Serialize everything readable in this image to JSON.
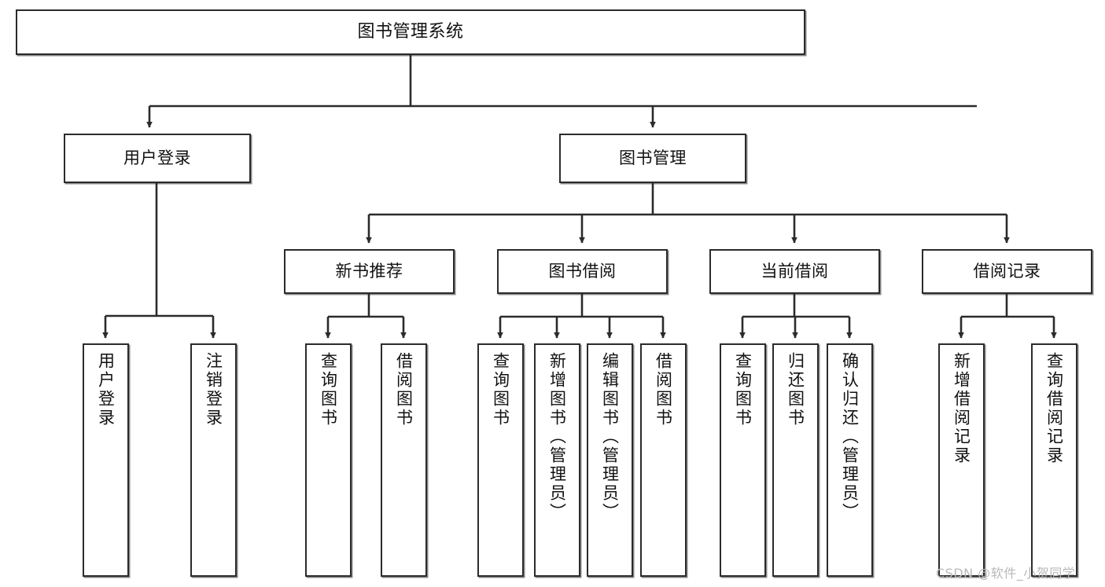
{
  "diagram": {
    "type": "tree-hierarchy",
    "title": "图书管理系统",
    "orientation": "top-down",
    "colors": {
      "node_border": "#2b2b2b",
      "node_fill": "#ffffff",
      "edge": "#2b2b2b",
      "text": "#111111",
      "watermark": "#b9b9b9"
    },
    "nodes": {
      "root": {
        "label": "图书管理系统"
      },
      "level2": [
        {
          "id": "user-login",
          "label": "用户登录"
        },
        {
          "id": "book-manage",
          "label": "图书管理"
        }
      ],
      "level3": [
        {
          "id": "new-book-recommend",
          "label": "新书推荐"
        },
        {
          "id": "book-borrow",
          "label": "图书借阅"
        },
        {
          "id": "current-borrow",
          "label": "当前借阅"
        },
        {
          "id": "borrow-record",
          "label": "借阅记录"
        }
      ],
      "leaves": {
        "user-login": [
          {
            "id": "leaf-user-login",
            "label": "用户登录"
          },
          {
            "id": "leaf-logout",
            "label": "注销登录"
          }
        ],
        "new-book-recommend": [
          {
            "id": "leaf-query-book-1",
            "label": "查询图书"
          },
          {
            "id": "leaf-borrow-book-1",
            "label": "借阅图书"
          }
        ],
        "book-borrow": [
          {
            "id": "leaf-query-book-2",
            "label": "查询图书"
          },
          {
            "id": "leaf-add-book",
            "label": "新增图书（管理员）"
          },
          {
            "id": "leaf-edit-book",
            "label": "编辑图书（管理员）"
          },
          {
            "id": "leaf-borrow-book-2",
            "label": "借阅图书"
          }
        ],
        "current-borrow": [
          {
            "id": "leaf-query-book-3",
            "label": "查询图书"
          },
          {
            "id": "leaf-return-book",
            "label": "归还图书"
          },
          {
            "id": "leaf-confirm-return",
            "label": "确认归还（管理员）"
          }
        ],
        "borrow-record": [
          {
            "id": "leaf-add-record",
            "label": "新增借阅记录"
          },
          {
            "id": "leaf-query-record",
            "label": "查询借阅记录"
          }
        ]
      }
    }
  },
  "watermark": {
    "text": "CSDN @软件_小贺同学"
  }
}
